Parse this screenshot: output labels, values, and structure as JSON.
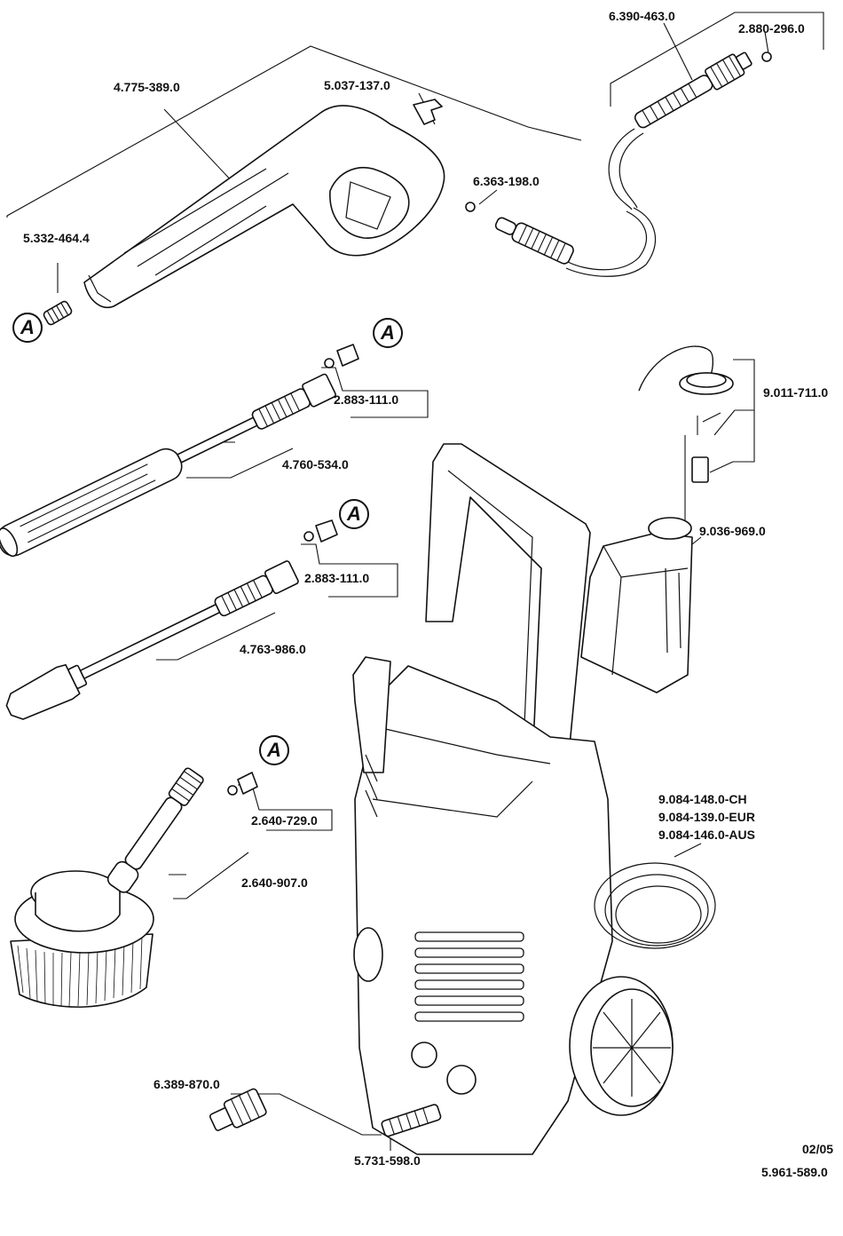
{
  "parts": {
    "hose_connector": "6.390-463.0",
    "hose_oring": "2.880-296.0",
    "trigger_gun": "4.775-389.0",
    "gun_clip": "5.037-137.0",
    "gun_oring": "6.363-198.0",
    "gun_spring": "5.332-464.4",
    "lance_coupling_1": "2.883-111.0",
    "vario_lance": "4.760-534.0",
    "lance_coupling_2": "2.883-111.0",
    "dirt_blaster": "4.763-986.0",
    "brush_coupling": "2.640-729.0",
    "wash_brush": "2.640-907.0",
    "suction_set": "9.011-711.0",
    "detergent_tank": "9.036-969.0",
    "hp_hose_ch": "9.084-148.0-CH",
    "hp_hose_eur": "9.084-139.0-EUR",
    "hp_hose_aus": "9.084-146.0-AUS",
    "inlet_coupling": "6.389-870.0",
    "inlet_filter": "5.731-598.0"
  },
  "marker_letter": "A",
  "footer": {
    "date": "02/05",
    "doc_number": "5.961-589.0"
  }
}
